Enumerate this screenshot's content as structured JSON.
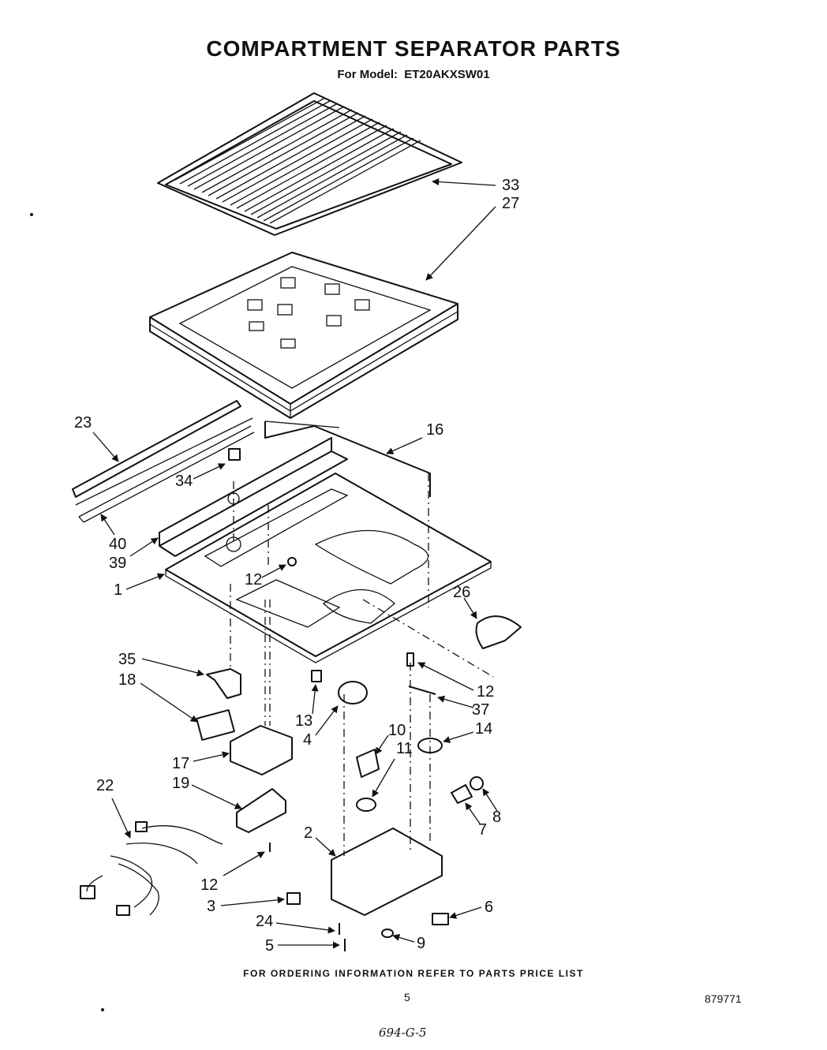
{
  "header": {
    "title": "COMPARTMENT SEPARATOR  PARTS",
    "model_prefix": "For Model:",
    "model_number": "ET20AKXSW01"
  },
  "callouts": {
    "c33": "33",
    "c27": "27",
    "c23": "23",
    "c16": "16",
    "c34": "34",
    "c40": "40",
    "c39": "39",
    "c1": "1",
    "c12a": "12",
    "c26": "26",
    "c35": "35",
    "c18": "18",
    "c13": "13",
    "c4": "4",
    "c12b": "12",
    "c37": "37",
    "c10": "10",
    "c11": "11",
    "c14": "14",
    "c17": "17",
    "c22": "22",
    "c19": "19",
    "c8": "8",
    "c7": "7",
    "c2": "2",
    "c12c": "12",
    "c3": "3",
    "c6": "6",
    "c24": "24",
    "c5": "5",
    "c9": "9"
  },
  "footer": {
    "ordering_note": "FOR ORDERING INFORMATION REFER TO PARTS PRICE LIST",
    "page_number": "5",
    "doc_number": "879771",
    "handwritten_code": "694-G-5"
  }
}
